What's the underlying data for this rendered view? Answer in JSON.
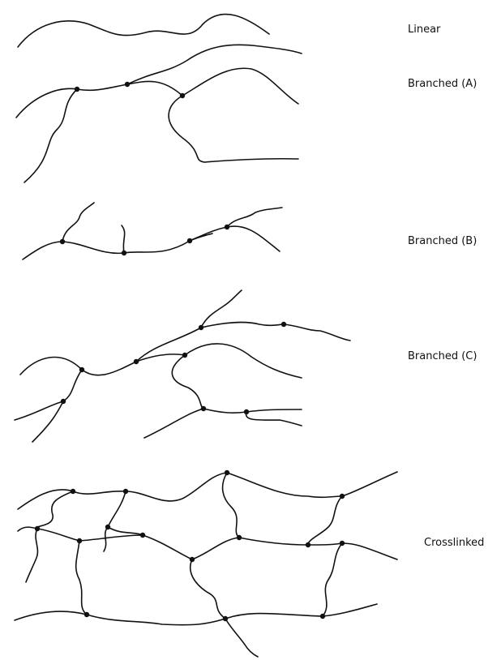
{
  "labels": {
    "linear": "Linear",
    "branched_a": "Branched (A)",
    "branched_b": "Branched (B)",
    "branched_c": "Branched (C)",
    "crosslinked": "Crosslinked"
  },
  "colors": {
    "line": "#111111",
    "background": "#ffffff"
  }
}
